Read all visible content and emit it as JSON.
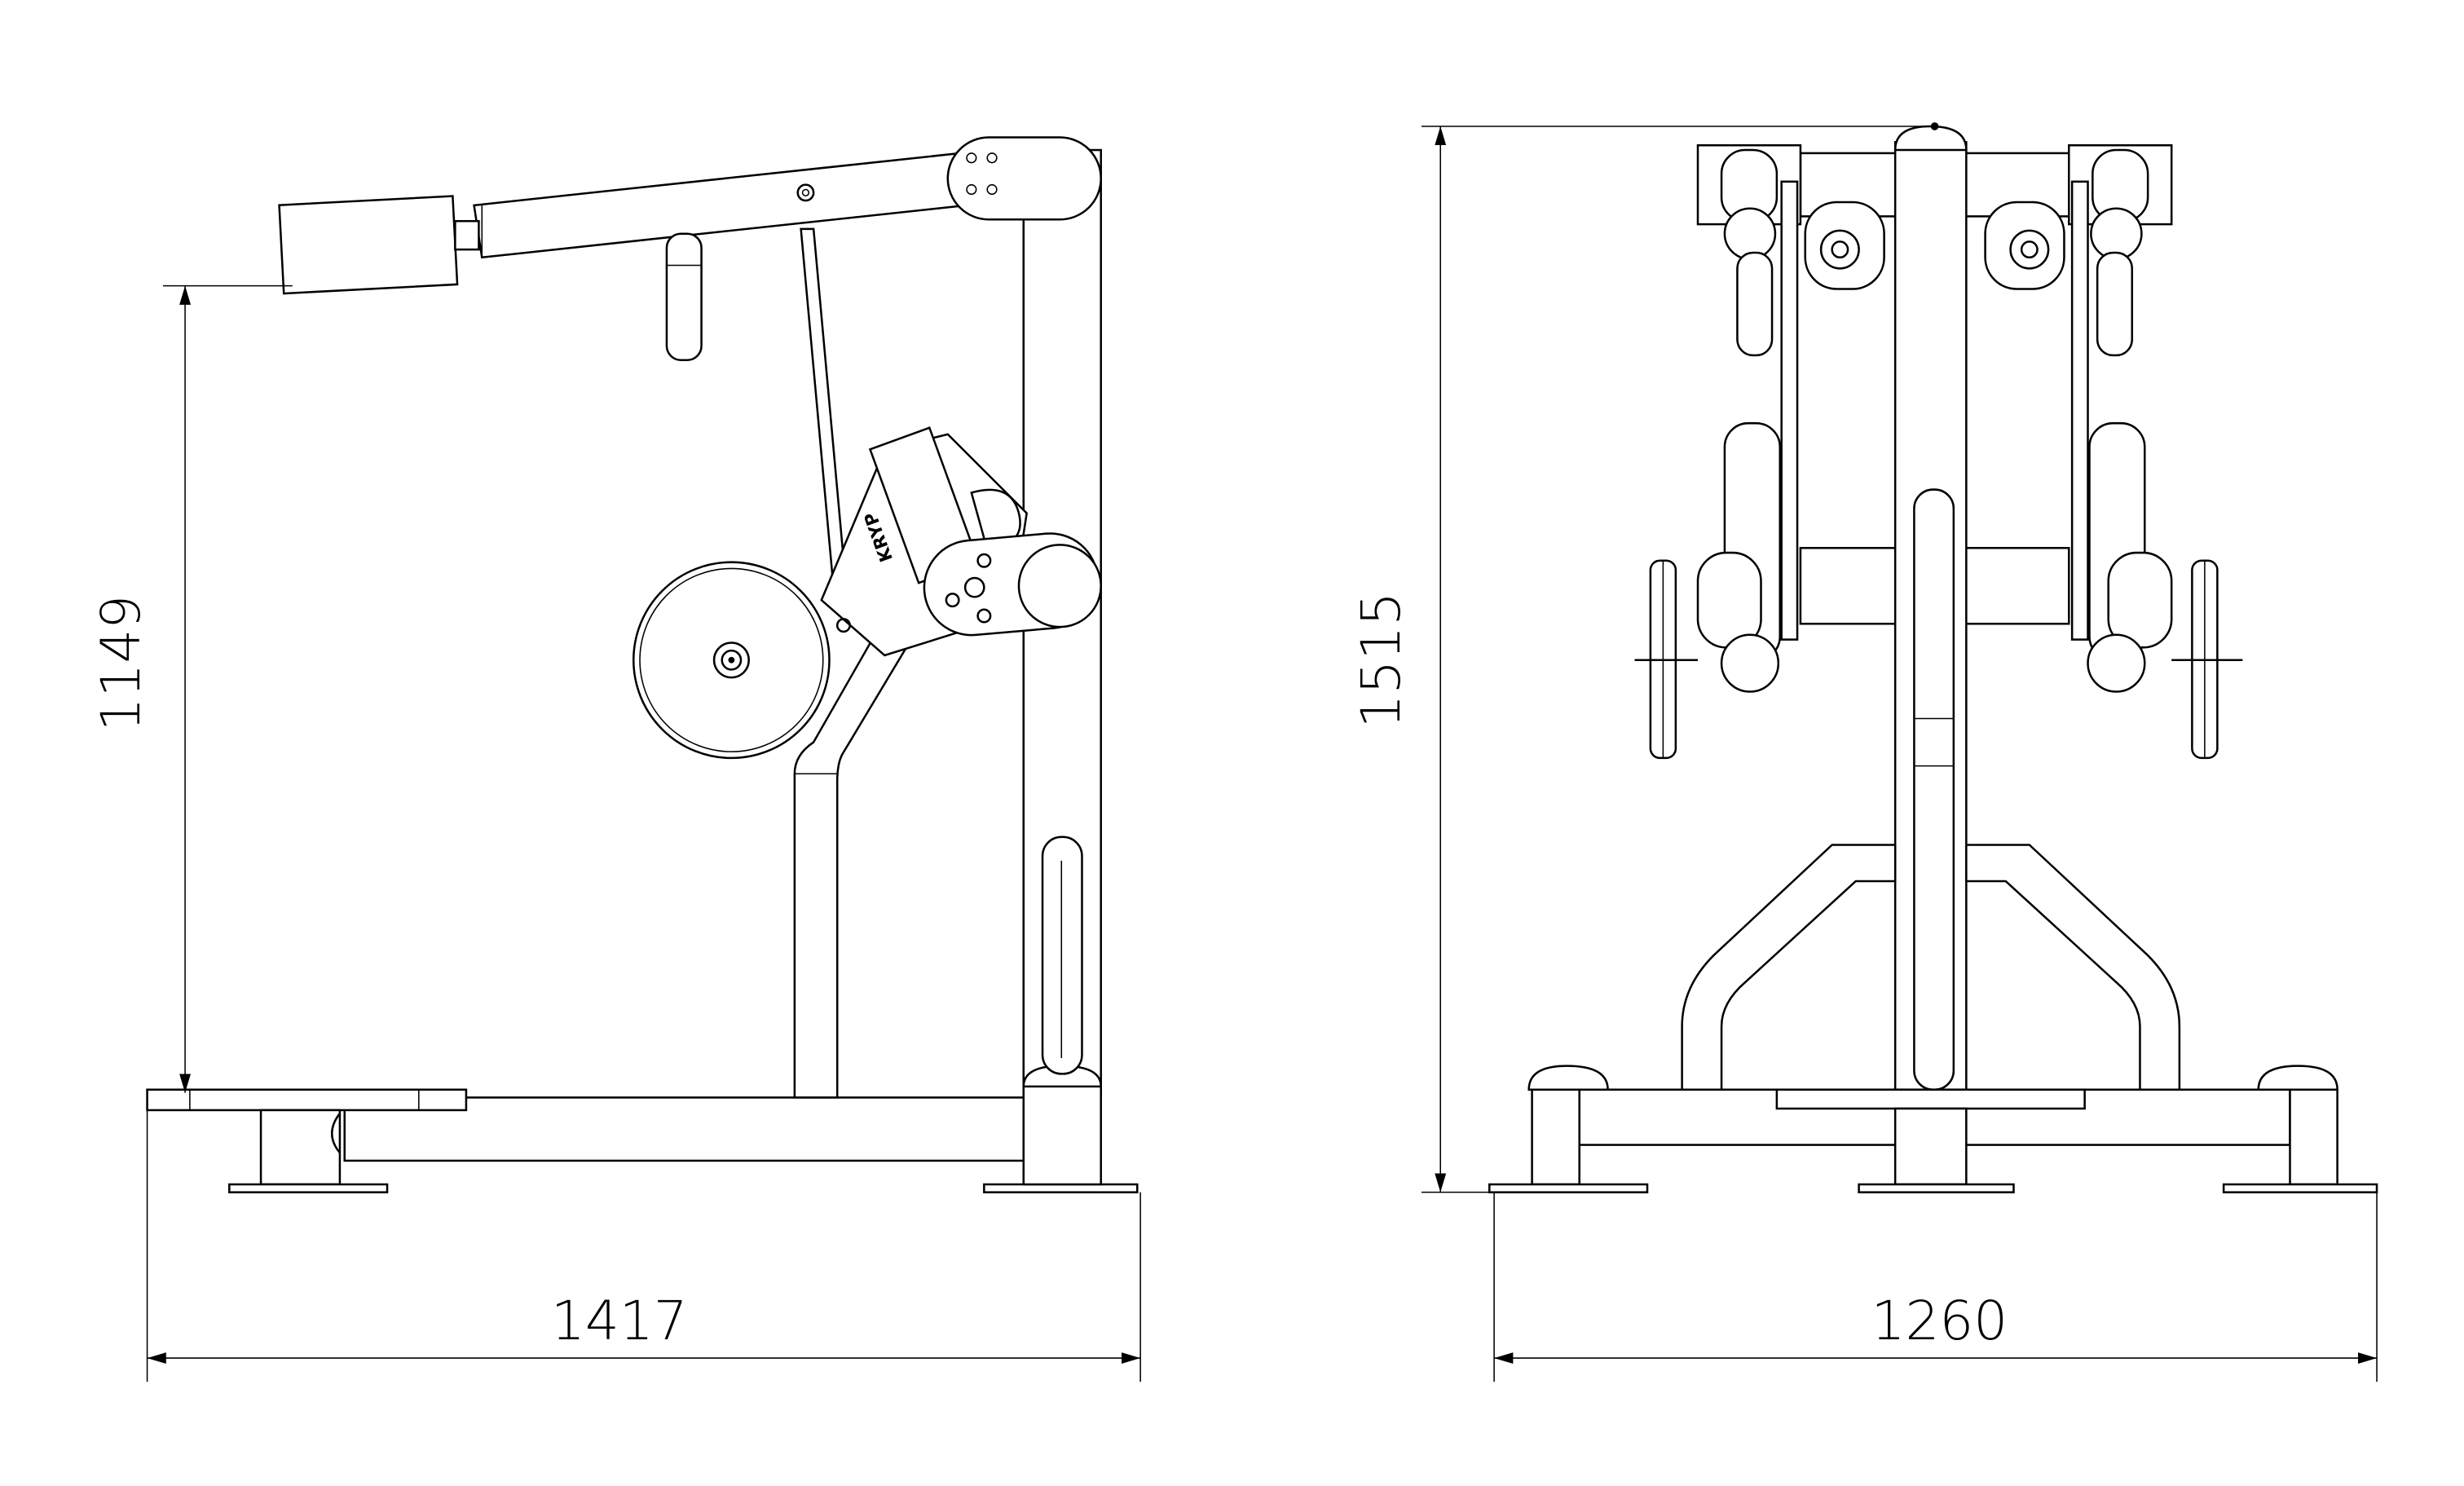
{
  "drawing": {
    "side_view": {
      "height_dimension": "1149",
      "length_dimension": "1417",
      "logo_text": "KRYP"
    },
    "front_view": {
      "height_dimension": "1515",
      "width_dimension": "1260"
    }
  }
}
